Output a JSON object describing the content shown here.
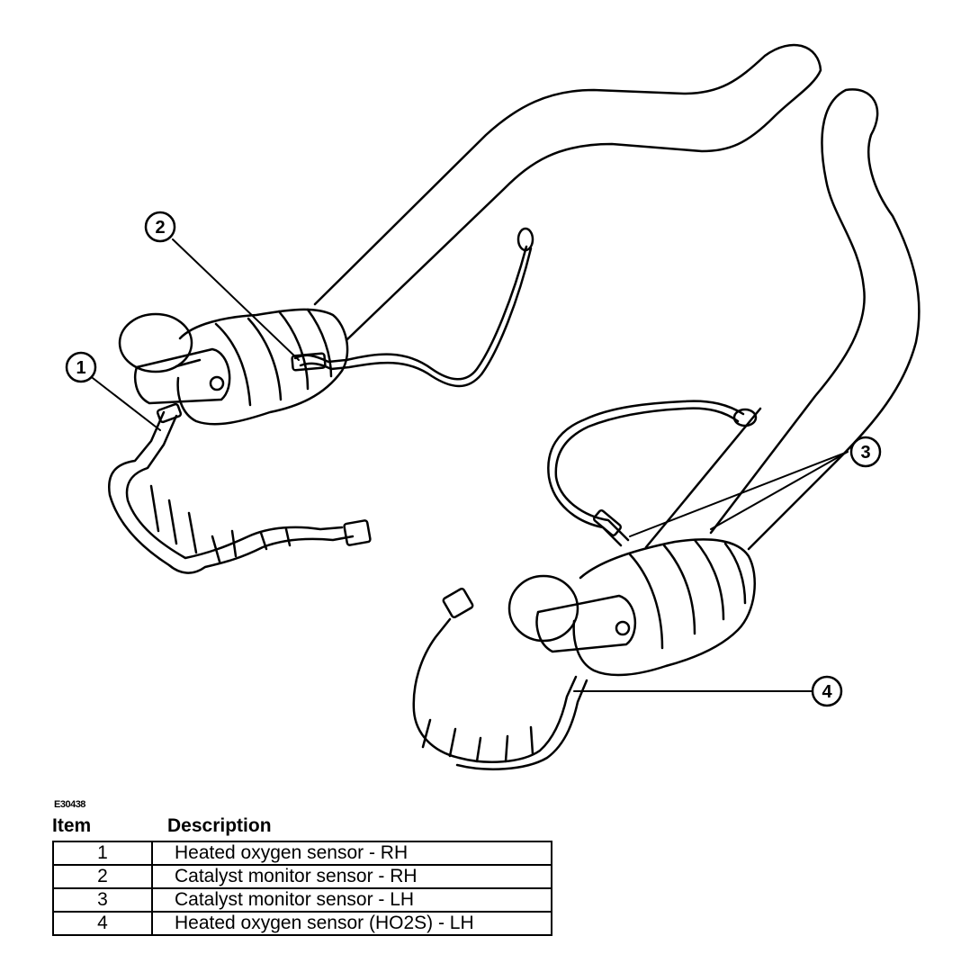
{
  "figure_id": "E30438",
  "callouts": [
    "1",
    "2",
    "3",
    "4"
  ],
  "legend": {
    "headers": {
      "item": "Item",
      "description": "Description"
    },
    "rows": [
      {
        "item": "1",
        "description": "Heated oxygen sensor - RH"
      },
      {
        "item": "2",
        "description": "Catalyst monitor sensor - RH"
      },
      {
        "item": "3",
        "description": "Catalyst monitor sensor - LH"
      },
      {
        "item": "4",
        "description": "Heated oxygen sensor (HO2S) - LH"
      }
    ]
  },
  "colors": {
    "line": "#000000",
    "background": "#ffffff"
  }
}
